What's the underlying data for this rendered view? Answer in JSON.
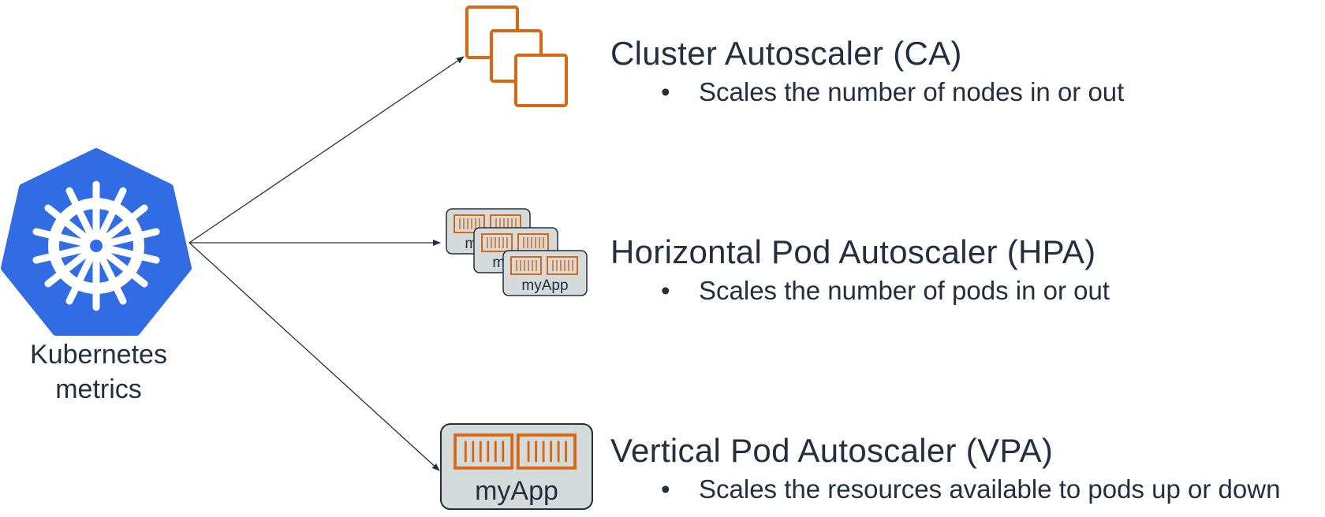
{
  "source": {
    "label_line1": "Kubernetes",
    "label_line2": "metrics",
    "icon": "kubernetes-helm-icon",
    "color": "#326ce5"
  },
  "accent_color": "#d86613",
  "pod_fill": "#d5dbdb",
  "items": [
    {
      "title": "Cluster Autoscaler (CA)",
      "bullet": "Scales the number of nodes in or out",
      "icon": "nodes-icon"
    },
    {
      "title": "Horizontal Pod Autoscaler (HPA)",
      "bullet": "Scales the number of pods in or out",
      "icon": "multiple-pods-icon",
      "pod_label": "myApp"
    },
    {
      "title": "Vertical Pod Autoscaler (VPA)",
      "bullet": "Scales the resources available to pods up or down",
      "icon": "single-pod-icon",
      "pod_label": "myApp"
    }
  ]
}
